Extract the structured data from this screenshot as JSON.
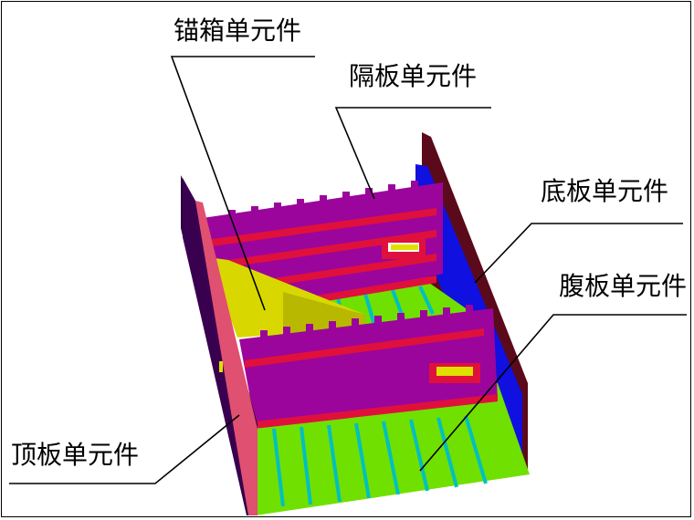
{
  "labels": {
    "anchor_box": "锚箱单元件",
    "diaphragm": "隔板单元件",
    "bottom_plate": "底板单元件",
    "web_plate": "腹板单元件",
    "top_plate": "顶板单元件"
  },
  "colors": {
    "purple": "#9b059b",
    "red_rib": "#e0103c",
    "green": "#70e000",
    "blue": "#1010e0",
    "dark_brown": "#5a0a1a",
    "dark_purple": "#2a0042",
    "yellow": "#e0e000",
    "cyan": "#00c0c0",
    "pink": "#e05070"
  }
}
